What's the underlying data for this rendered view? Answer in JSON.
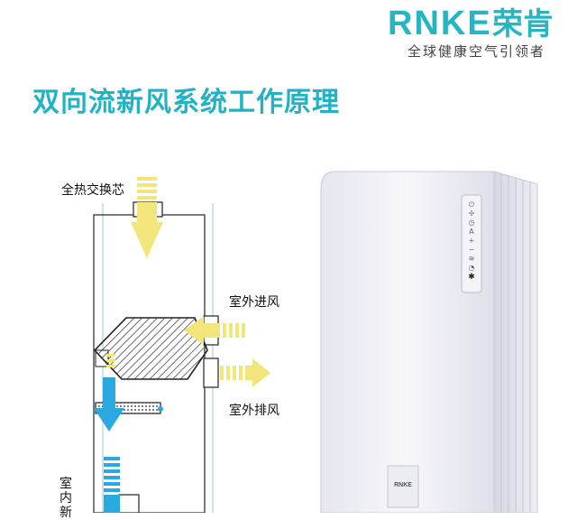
{
  "brand": {
    "name": "RNKE",
    "cn_name": "荣肯",
    "slogan": "全球健康空气引领者",
    "accent_color": "#26b5c3"
  },
  "headline": "双向流新风系统工作原理",
  "diagram": {
    "labels": {
      "heat_exchange_core": "全热交换芯",
      "outdoor_intake": "室外进风",
      "outdoor_exhaust": "室外排风",
      "indoor_fresh_air": "室内新"
    },
    "colors": {
      "intake_arrow": "#f2e57a",
      "fresh_arrow": "#2aa8e0",
      "frame_line": "#222222",
      "guide_line": "#8ec8e6"
    }
  },
  "product": {
    "logo": "RNKE",
    "panel_icons": [
      "power-icon",
      "fan-icon",
      "timer-icon",
      "auto-icon",
      "plus-icon",
      "minus-icon",
      "mode-icon",
      "wifi-icon",
      "filter-icon"
    ]
  }
}
